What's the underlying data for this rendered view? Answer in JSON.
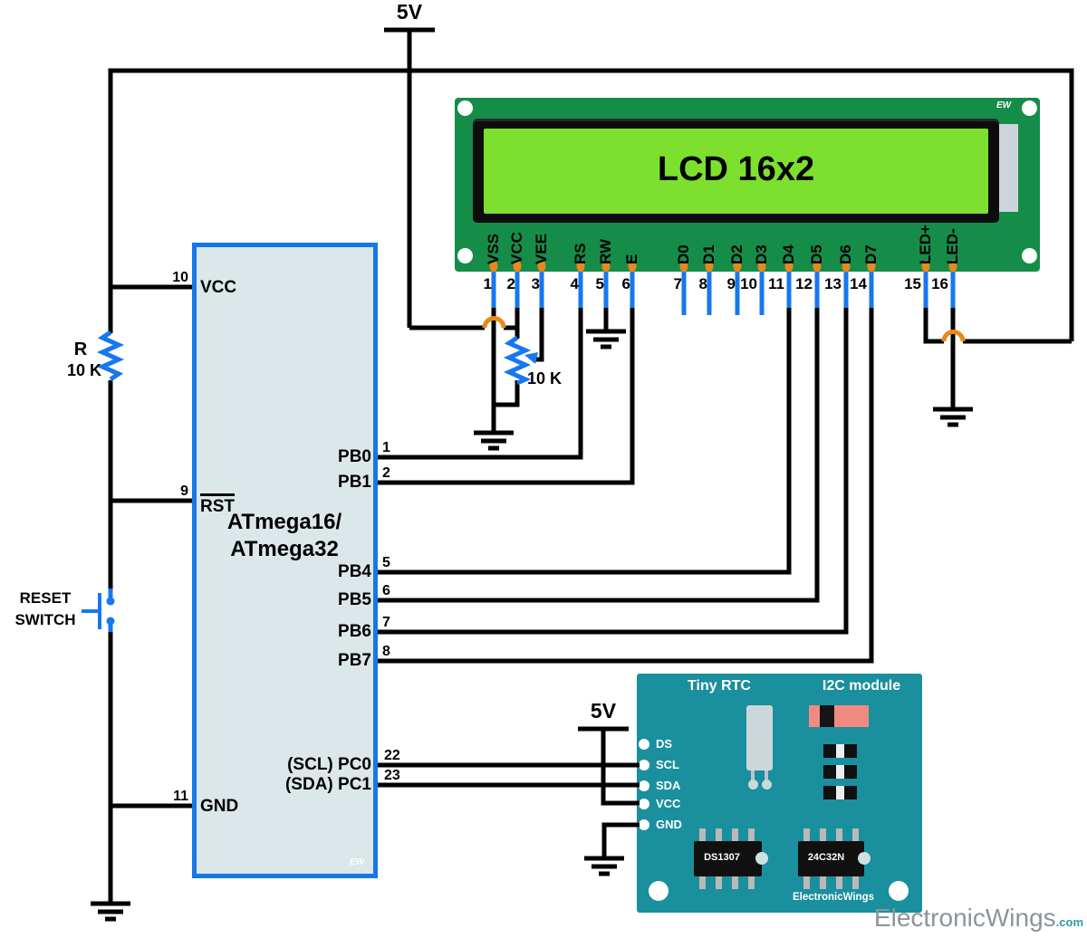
{
  "power": {
    "top_label": "5V",
    "rtc_label": "5V"
  },
  "resistor": {
    "name": "R",
    "value": "10 K"
  },
  "pot": {
    "value": "10 K"
  },
  "reset_switch": {
    "line1": "RESET",
    "line2": "SWITCH"
  },
  "mcu": {
    "title1": "ATmega16/",
    "title2": "ATmega32",
    "watermark": "EW",
    "left_pins": [
      {
        "num": "10",
        "label": "VCC"
      },
      {
        "num": "9",
        "label": "RST"
      },
      {
        "num": "11",
        "label": "GND"
      }
    ],
    "right_pins": [
      {
        "num": "1",
        "label": "PB0"
      },
      {
        "num": "2",
        "label": "PB1"
      },
      {
        "num": "5",
        "label": "PB4"
      },
      {
        "num": "6",
        "label": "PB5"
      },
      {
        "num": "7",
        "label": "PB6"
      },
      {
        "num": "8",
        "label": "PB7"
      },
      {
        "num": "22",
        "label": "(SCL) PC0"
      },
      {
        "num": "23",
        "label": "(SDA) PC1"
      }
    ]
  },
  "lcd": {
    "title": "LCD 16x2",
    "watermark": "EW",
    "pins": [
      {
        "num": "1",
        "label": "VSS"
      },
      {
        "num": "2",
        "label": "VCC"
      },
      {
        "num": "3",
        "label": "VEE"
      },
      {
        "num": "4",
        "label": "RS"
      },
      {
        "num": "5",
        "label": "RW"
      },
      {
        "num": "6",
        "label": "E"
      },
      {
        "num": "7",
        "label": "D0"
      },
      {
        "num": "8",
        "label": "D1"
      },
      {
        "num": "9",
        "label": "D2"
      },
      {
        "num": "10",
        "label": "D3"
      },
      {
        "num": "11",
        "label": "D4"
      },
      {
        "num": "12",
        "label": "D5"
      },
      {
        "num": "13",
        "label": "D6"
      },
      {
        "num": "14",
        "label": "D7"
      },
      {
        "num": "15",
        "label": "LED+"
      },
      {
        "num": "16",
        "label": "LED-"
      }
    ]
  },
  "rtc": {
    "title_left": "Tiny RTC",
    "title_right": "I2C module",
    "pins": [
      "DS",
      "SCL",
      "SDA",
      "VCC",
      "GND"
    ],
    "chip1": "DS1307",
    "chip2": "24C32N",
    "brand": "ElectronicWings"
  },
  "watermark": {
    "text": "ElectronicWings",
    "suffix": ".com"
  },
  "colors": {
    "wire_black": "#000000",
    "component_blue": "#1677f0",
    "pad_orange": "#e8891a",
    "lcd_board_green": "#168c49",
    "lcd_screen_green": "#7de02e",
    "rtc_teal": "#1a8f9d",
    "mcu_fill": "#dce7ea",
    "mcu_border": "#1677e8",
    "rtc_resistor_salmon": "#f18b82"
  }
}
